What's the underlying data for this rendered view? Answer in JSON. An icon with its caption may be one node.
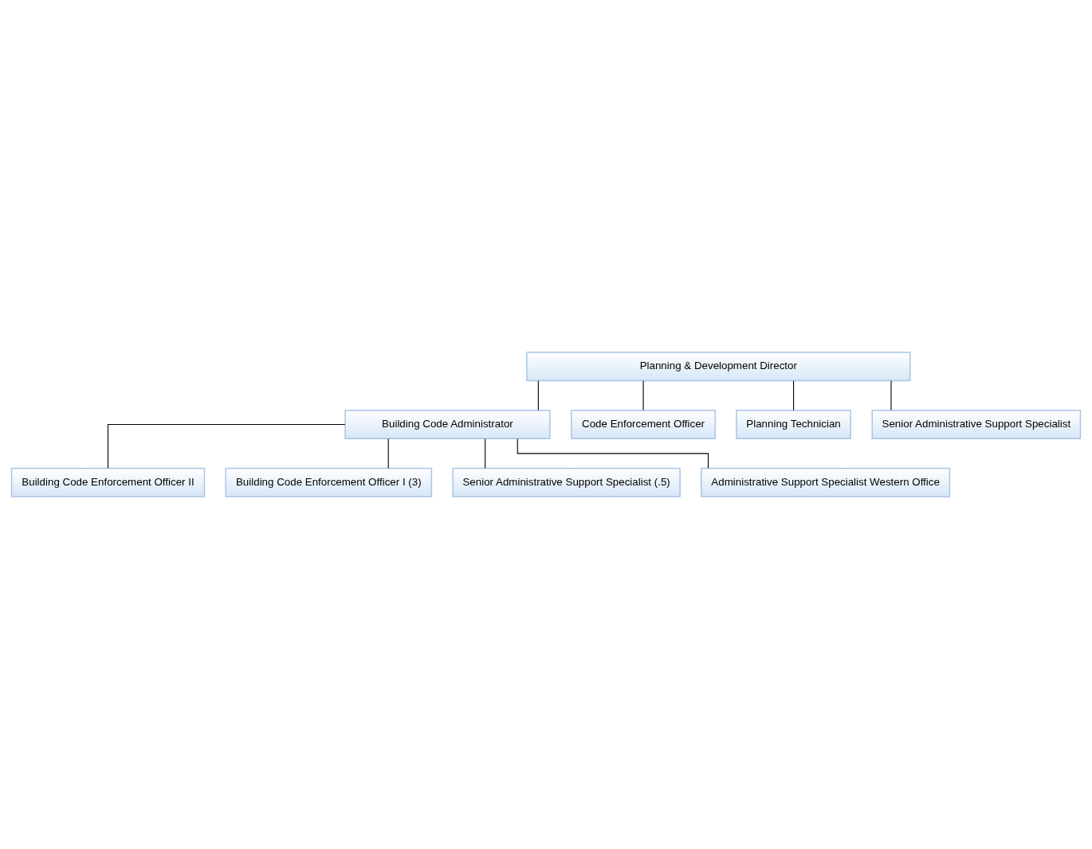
{
  "diagram": {
    "nodes": [
      {
        "text": [
          "Planning & Development Director"
        ]
      },
      {
        "text": [
          "Building Code Administrator"
        ]
      },
      {
        "text": [
          "Code Enforcement Officer"
        ]
      },
      {
        "text": [
          "Planning Technician"
        ]
      },
      {
        "text": [
          "Senior Administrative Support Specialist"
        ]
      },
      {
        "text": [
          "Building Code Enforcement Officer II"
        ]
      },
      {
        "text": [
          "Building Code Enforcement Officer I (3)"
        ]
      },
      {
        "text": [
          "Senior Administrative Support Specialist (.5)"
        ]
      },
      {
        "text": [
          "Administrative Support Specialist Western Office"
        ]
      }
    ],
    "edges": [
      {
        "from": 0,
        "to": 1,
        "arrow": "none"
      },
      {
        "from": 0,
        "to": 2,
        "arrow": "none"
      },
      {
        "from": 0,
        "to": 3,
        "arrow": "none"
      },
      {
        "from": 0,
        "to": 4,
        "arrow": "none"
      },
      {
        "from": 1,
        "to": 5,
        "arrow": "none"
      },
      {
        "from": 1,
        "to": 6,
        "arrow": "none"
      },
      {
        "from": 1,
        "to": 7,
        "arrow": "none"
      },
      {
        "from": 1,
        "to": 8,
        "arrow": "none"
      }
    ]
  }
}
